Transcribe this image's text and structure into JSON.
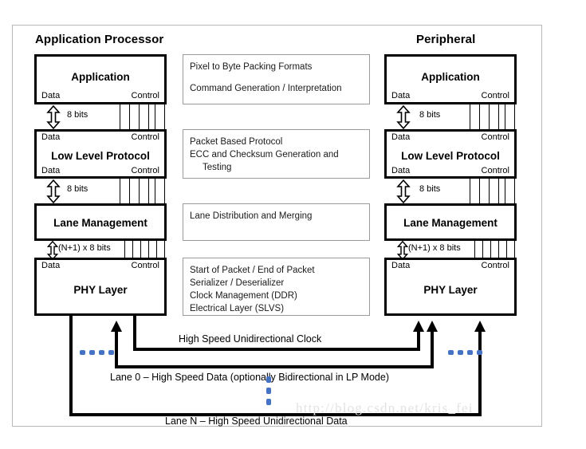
{
  "diagram": {
    "title_left": "Application Processor",
    "title_right": "Peripheral",
    "watermark": "http://blog.csdn.net/kris_fei",
    "accent_blue": "#4472c4",
    "box_border": "#000000",
    "desc_border": "#9a9a9a"
  },
  "port_labels": {
    "data": "Data",
    "control": "Control"
  },
  "layers": [
    {
      "key": "application",
      "name": "Application",
      "has_top_ports": false,
      "has_bottom_ports": true
    },
    {
      "key": "low_level",
      "name": "Low Level Protocol",
      "has_top_ports": true,
      "has_bottom_ports": true
    },
    {
      "key": "lane_mgmt",
      "name": "Lane Management",
      "has_top_ports": false,
      "has_bottom_ports": false
    },
    {
      "key": "phy",
      "name": "PHY Layer",
      "has_top_ports": true,
      "has_bottom_ports": false
    }
  ],
  "interconnects": [
    {
      "key": "app_to_llp",
      "width_label": "8 bits"
    },
    {
      "key": "llp_to_lane",
      "width_label": "8 bits"
    },
    {
      "key": "lane_to_phy",
      "width_label": "(N+1) x 8 bits"
    }
  ],
  "descriptions": [
    {
      "key": "application_desc",
      "lines": [
        "Pixel to Byte Packing Formats",
        "",
        "Command Generation / Interpretation"
      ]
    },
    {
      "key": "low_level_desc",
      "lines": [
        "Packet Based Protocol",
        "ECC and Checksum Generation and",
        "   Testing"
      ]
    },
    {
      "key": "lane_mgmt_desc",
      "lines": [
        "Lane Distribution and Merging"
      ]
    },
    {
      "key": "phy_desc",
      "lines": [
        "Start of Packet / End of Packet",
        "Serializer / Deserializer",
        "Clock Management (DDR)",
        "Electrical Layer (SLVS)"
      ]
    }
  ],
  "links": [
    {
      "key": "clock",
      "label": "High Speed Unidirectional Clock"
    },
    {
      "key": "lane0",
      "label": "Lane 0 – High Speed Data (optionally Bidirectional in LP Mode)"
    },
    {
      "key": "lanen",
      "label": "Lane N – High Speed Unidirectional Data"
    }
  ],
  "desc_text": {
    "application_0": "Pixel to Byte Packing Formats",
    "application_1": "Command Generation / Interpretation",
    "lowlevel_0": "Packet Based Protocol",
    "lowlevel_1": "ECC and Checksum Generation and",
    "lowlevel_2": "Testing",
    "lane_0": "Lane Distribution and Merging",
    "phy_0": "Start of Packet / End of Packet",
    "phy_1": "Serializer / Deserializer",
    "phy_2": "Clock Management (DDR)",
    "phy_3": "Electrical Layer (SLVS)"
  },
  "stack_names": {
    "application": "Application",
    "low_level": "Low Level Protocol",
    "lane_mgmt": "Lane Management",
    "phy": "PHY Layer"
  },
  "bus_widths": {
    "app_to_llp": "8 bits",
    "llp_to_lane": "8 bits",
    "lane_to_phy": "(N+1) x 8 bits"
  },
  "link_labels": {
    "clock": "High Speed Unidirectional Clock",
    "lane0": "Lane 0 – High Speed Data (optionally Bidirectional in LP Mode)",
    "lanen": "Lane N – High Speed Unidirectional Data"
  }
}
